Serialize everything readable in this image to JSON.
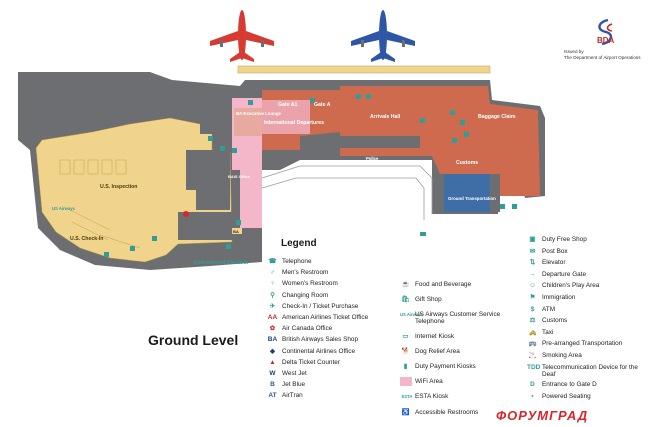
{
  "map": {
    "title": "Ground Level",
    "issuer_line1": "Issued by",
    "issuer_line2": "The Department of Airport Operations",
    "logo_text": "BDA",
    "watermark": "ФОРУМГРАД",
    "areas": {
      "us_inspection": "U.S. Inspection",
      "us_check_in": "U.S. Check-In",
      "us_airways": "US Airways",
      "international_check_in": "International Check-In",
      "ba_executive_lounge": "BA Executive Lounge",
      "international_departures": "International Departures",
      "gate_a1": "Gate A1",
      "gate_a": "Gate A",
      "arrivals_hall": "Arrivals Hall",
      "baggage_claim": "Baggage Claim",
      "customs": "Customs",
      "ground_transportation": "Ground Transportation",
      "police": "Police",
      "bais_office": "BAIS Office"
    },
    "colors": {
      "terminal_grey": "#6d6e71",
      "us_area": "#f1d48b",
      "international": "#ce6b4f",
      "wifi_pink": "#f4b6c9",
      "teal": "#2f9e98",
      "ground_transport_blue": "#3e6ea5",
      "plane_red": "#d63a30",
      "plane_blue": "#2e56a6"
    }
  },
  "legend": {
    "title": "Legend",
    "col1": [
      {
        "icon": "☎",
        "label": "Telephone",
        "color": "#2f9e98"
      },
      {
        "icon": "♂",
        "label": "Men's Restroom",
        "color": "#2f9e98"
      },
      {
        "icon": "♀",
        "label": "Women's Restroom",
        "color": "#2f9e98"
      },
      {
        "icon": "⚲",
        "label": "Changing Room",
        "color": "#2f9e98"
      },
      {
        "icon": "✈",
        "label": "Check-In / Ticket Purchase",
        "color": "#2f9e98"
      },
      {
        "icon": "AA",
        "label": "American Airlines Ticket Office",
        "color": "#c0282e"
      },
      {
        "icon": "✿",
        "label": "Air Canada Office",
        "color": "#d9262c"
      },
      {
        "icon": "BA",
        "label": "British Airways Sales Shop",
        "color": "#1d3f7a"
      },
      {
        "icon": "◆",
        "label": "Continental Airlines Office",
        "color": "#1d3f7a"
      },
      {
        "icon": "▲",
        "label": "Delta Ticket Counter",
        "color": "#c0282e"
      },
      {
        "icon": "W",
        "label": "West Jet",
        "color": "#1d3f7a"
      },
      {
        "icon": "B",
        "label": "Jet Blue",
        "color": "#2e56a6"
      },
      {
        "icon": "AT",
        "label": "AirTran",
        "color": "#2e56a6"
      }
    ],
    "col2": [
      {
        "icon": "☕",
        "label": "Food and Beverage",
        "color": "#2f9e98"
      },
      {
        "icon": "🛍",
        "label": "Gift Shop",
        "color": "#2f9e98"
      },
      {
        "icon": "US Airways",
        "label": "US Airways Customer Service Telephone",
        "color": "#2f9e98"
      },
      {
        "icon": "▭",
        "label": "Internet Kiosk",
        "color": "#2f9e98"
      },
      {
        "icon": "🐕",
        "label": "Dog Relief Area",
        "color": "#2f9e98"
      },
      {
        "icon": "▮",
        "label": "Duty Payment Kiosks",
        "color": "#2f9e98"
      },
      {
        "icon": "",
        "label": "WiFi Area",
        "color": "#f4b6c9"
      },
      {
        "icon": "ESTA",
        "label": "ESTA Kiosk",
        "color": "#2f9e98"
      },
      {
        "icon": "♿",
        "label": "Accessible Restrooms",
        "color": "#2f9e98"
      }
    ],
    "col3": [
      {
        "icon": "▣",
        "label": "Duty Free Shop",
        "color": "#2f9e98"
      },
      {
        "icon": "✉",
        "label": "Post Box",
        "color": "#2f9e98"
      },
      {
        "icon": "⇅",
        "label": "Elevator",
        "color": "#2f9e98"
      },
      {
        "icon": "→",
        "label": "Departure Gate",
        "color": "#2f9e98"
      },
      {
        "icon": "☺",
        "label": "Children's Play Area",
        "color": "#2f9e98"
      },
      {
        "icon": "⚑",
        "label": "Immigration",
        "color": "#2f9e98"
      },
      {
        "icon": "$",
        "label": "ATM",
        "color": "#2f9e98"
      },
      {
        "icon": "⚖",
        "label": "Customs",
        "color": "#2f9e98"
      },
      {
        "icon": "🚕",
        "label": "Taxi",
        "color": "#2f9e98"
      },
      {
        "icon": "🚌",
        "label": "Pre-arranged Transportation",
        "color": "#2f9e98"
      },
      {
        "icon": "🚬",
        "label": "Smoking Area",
        "color": "#2f9e98"
      },
      {
        "icon": "TDD",
        "label": "Telecommunication Device for the Deaf",
        "color": "#2f9e98"
      },
      {
        "icon": "D",
        "label": "Entrance to Gate D",
        "color": "#2f9e98"
      },
      {
        "icon": "▪",
        "label": "Powered Seating",
        "color": "#2f9e98"
      }
    ]
  }
}
